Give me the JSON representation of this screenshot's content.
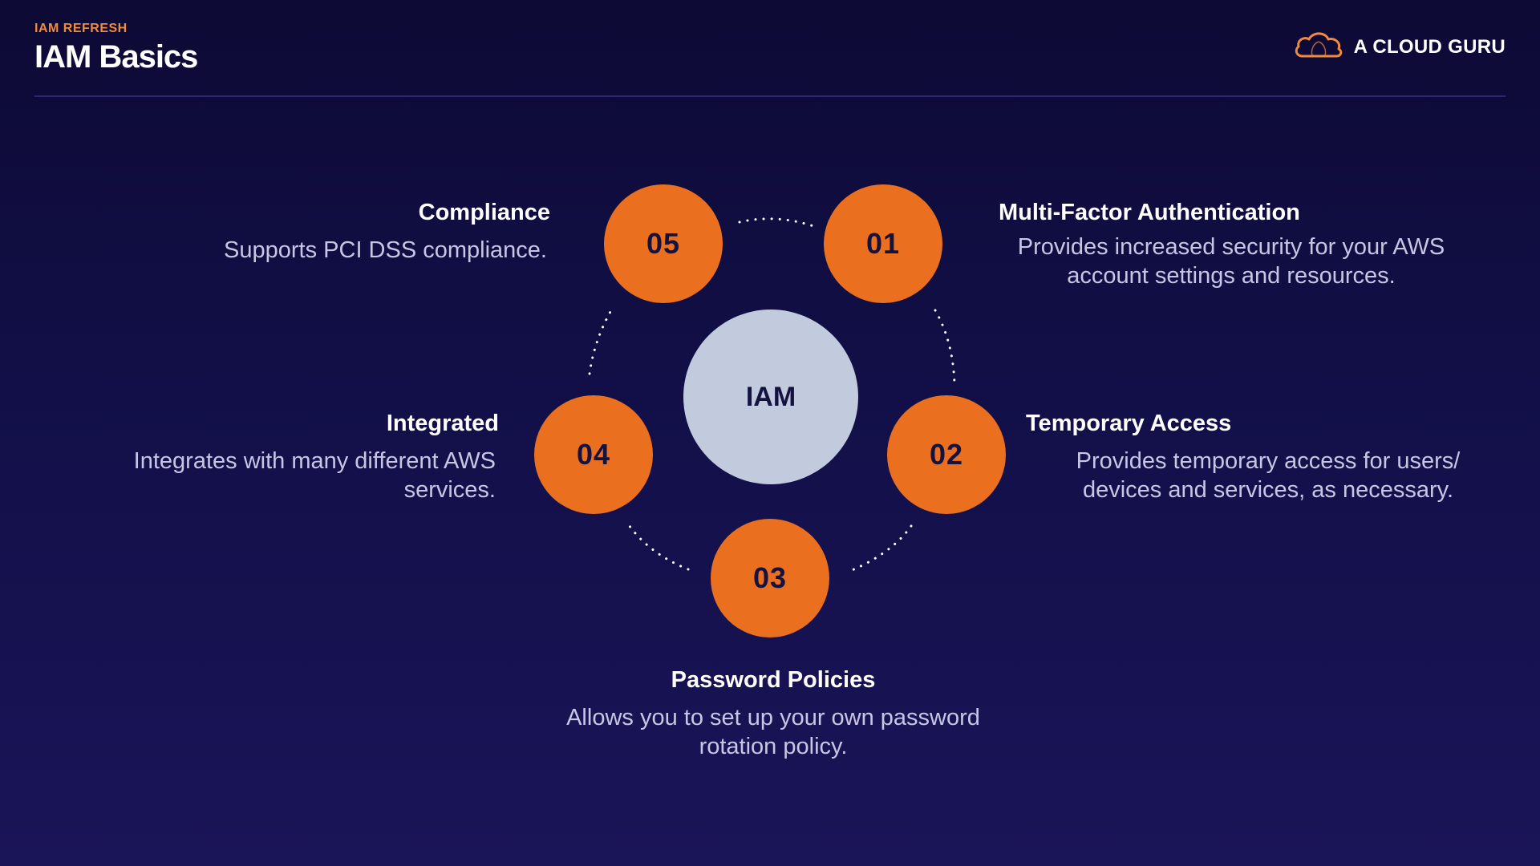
{
  "header": {
    "eyebrow": "IAM REFRESH",
    "title": "IAM Basics"
  },
  "brand": {
    "name": "A CLOUD GURU",
    "icon": "cloud-logo-icon",
    "accent": "#f08a3c"
  },
  "colors": {
    "node": "#ea7020",
    "center": "#c2cade",
    "bg_top": "#0d0a35",
    "bg_bottom": "#1a1558"
  },
  "center": {
    "label": "IAM"
  },
  "features": [
    {
      "number": "01",
      "title": "Multi-Factor Authentication",
      "description": "Provides increased security for your AWS account settings and resources."
    },
    {
      "number": "02",
      "title": "Temporary Access",
      "description": "Provides temporary access for users/ devices and services, as necessary."
    },
    {
      "number": "03",
      "title": "Password Policies",
      "description": "Allows you to set up your own password rotation policy."
    },
    {
      "number": "04",
      "title": "Integrated",
      "description": "Integrates with many different AWS services."
    },
    {
      "number": "05",
      "title": "Compliance",
      "description": "Supports PCI DSS compliance."
    }
  ]
}
